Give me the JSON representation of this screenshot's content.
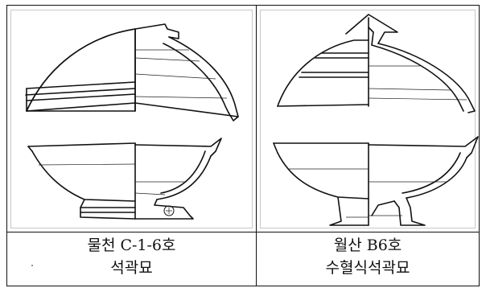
{
  "table": {
    "columns": [
      {
        "caption_line1": "물천 C-1-6호",
        "caption_line2": "석곽묘",
        "figure_icon": "pottery-drawing-icon"
      },
      {
        "caption_line1": "월산 B6호",
        "caption_line2": "수혈식석곽묘",
        "figure_icon": "pottery-drawing-icon"
      }
    ]
  }
}
